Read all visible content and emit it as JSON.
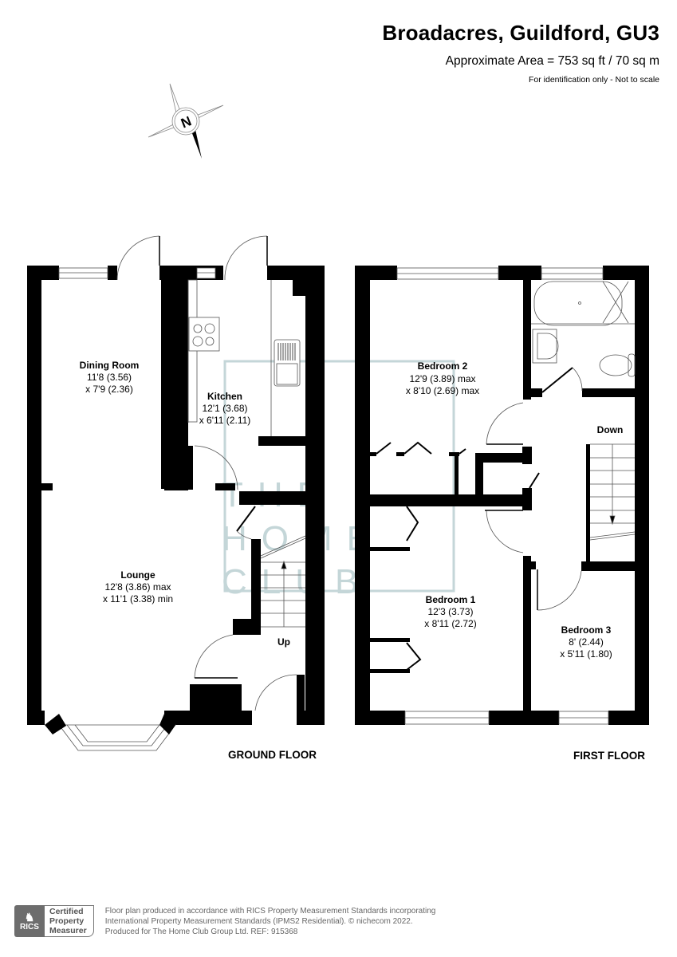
{
  "header": {
    "title": "Broadacres, Guildford, GU3",
    "area": "Approximate Area = 753 sq ft / 70 sq m",
    "note": "For identification only - Not to scale"
  },
  "compass": {
    "icon": "north-compass-icon",
    "label": "N"
  },
  "watermark": {
    "line1": "THE",
    "line2": "HOME",
    "line3": "CLUB",
    "color": "#c4d6d8"
  },
  "ground_floor": {
    "label": "GROUND FLOOR",
    "rooms": [
      {
        "name": "Dining Room",
        "dim1": "11'8 (3.56)",
        "dim2": "x 7'9 (2.36)"
      },
      {
        "name": "Kitchen",
        "dim1": "12'1 (3.68)",
        "dim2": "x 6'11 (2.11)"
      },
      {
        "name": "Lounge",
        "dim1": "12'8 (3.86) max",
        "dim2": "x 11'1 (3.38) min"
      }
    ],
    "stairs_label": "Up"
  },
  "first_floor": {
    "label": "FIRST FLOOR",
    "rooms": [
      {
        "name": "Bedroom 2",
        "dim1": "12'9 (3.89) max",
        "dim2": "x 8'10 (2.69) max"
      },
      {
        "name": "Bedroom 1",
        "dim1": "12'3 (3.73)",
        "dim2": "x 8'11 (2.72)"
      },
      {
        "name": "Bedroom 3",
        "dim1": "8' (2.44)",
        "dim2": "x 5'11 (1.80)"
      }
    ],
    "stairs_label": "Down"
  },
  "footer": {
    "rics_label": "RICS",
    "certified_line1": "Certified",
    "certified_line2": "Property",
    "certified_line3": "Measurer",
    "line1": "Floor plan produced in accordance with RICS Property Measurement Standards incorporating",
    "line2": "International Property Measurement Standards (IPMS2 Residential).   © nichecom 2022.",
    "line3": "Produced for The Home Club Group Ltd.   REF: 915368"
  },
  "colors": {
    "wall": "#000000",
    "line": "#555555",
    "watermark": "#c4d6d8",
    "footer_grey": "#6d6d6d"
  }
}
